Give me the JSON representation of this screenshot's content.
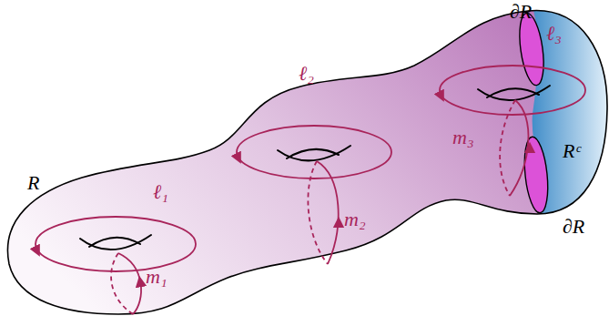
{
  "diagram": {
    "labels": [
      "∂R",
      "ℓ₃",
      "R",
      "ℓ₂",
      "m₃",
      "Rᶜ",
      "ℓ₁",
      "m₂",
      "∂R",
      "m₁"
    ]
  }
}
